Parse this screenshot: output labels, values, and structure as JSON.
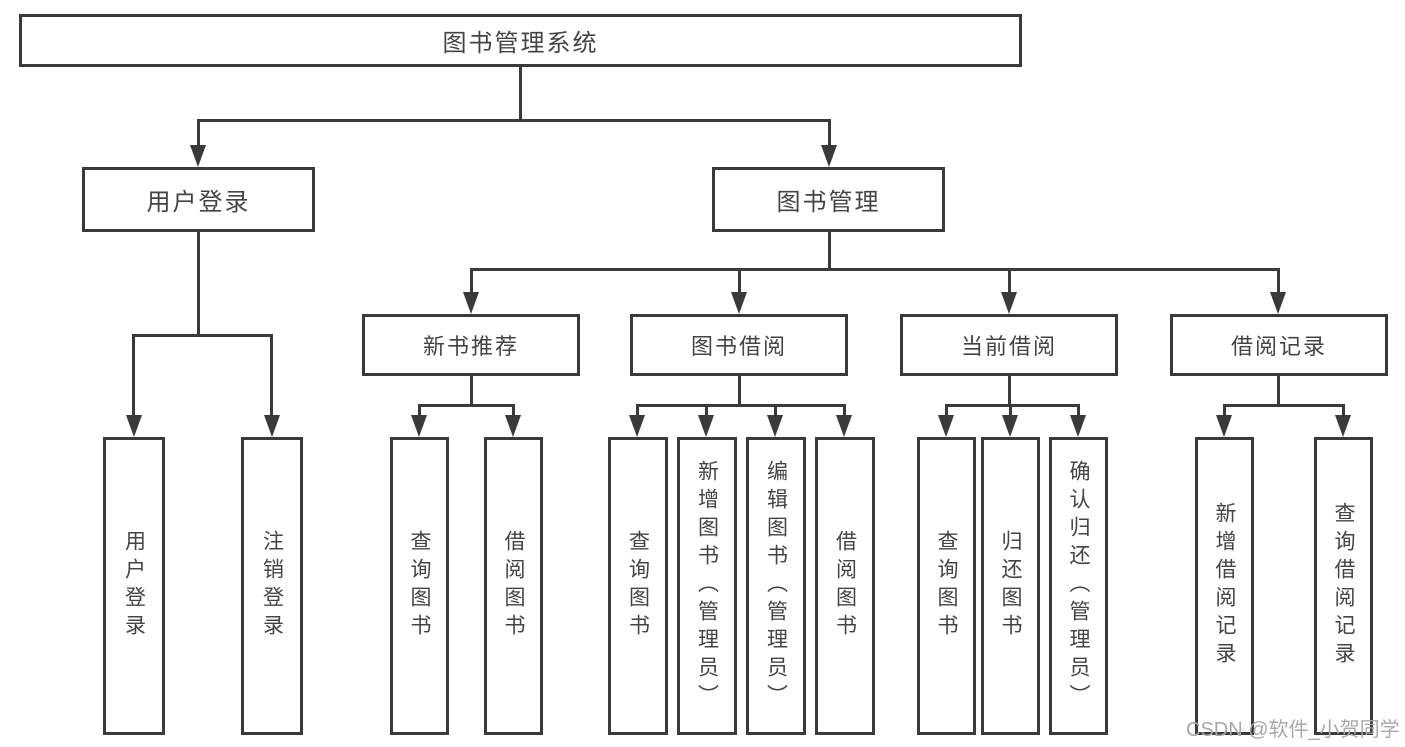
{
  "diagram": {
    "root": {
      "label": "图书管理系统"
    },
    "level2": [
      {
        "label": "用户登录"
      },
      {
        "label": "图书管理"
      }
    ],
    "level3": [
      {
        "label": "新书推荐"
      },
      {
        "label": "图书借阅"
      },
      {
        "label": "当前借阅"
      },
      {
        "label": "借阅记录"
      }
    ],
    "leaves": [
      {
        "label": "用户登录"
      },
      {
        "label": "注销登录"
      },
      {
        "label": "查询图书"
      },
      {
        "label": "借阅图书"
      },
      {
        "label": "查询图书"
      },
      {
        "label": "新增图书（管理员）"
      },
      {
        "label": "编辑图书（管理员）"
      },
      {
        "label": "借阅图书"
      },
      {
        "label": "查询图书"
      },
      {
        "label": "归还图书"
      },
      {
        "label": "确认归还（管理员）"
      },
      {
        "label": "新增借阅记录"
      },
      {
        "label": "查询借阅记录"
      }
    ]
  },
  "watermark": {
    "text": "CSDN @软件_小贺同学"
  },
  "colors": {
    "line": "#3a3a3a",
    "text": "#444444",
    "background": "#ffffff",
    "watermark": "#a8a8a8"
  }
}
